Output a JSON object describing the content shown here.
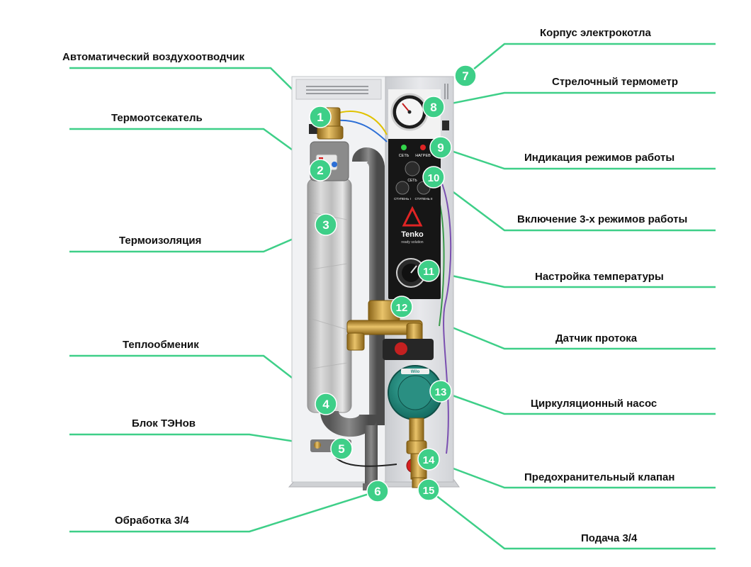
{
  "diagram": {
    "colors": {
      "accent": "#3ecf88",
      "leader": "#3ecf88",
      "text": "#111111"
    },
    "callouts": [
      {
        "number": "1",
        "label": "Автоматический воздухоотводчик"
      },
      {
        "number": "2",
        "label": "Термоотсекатель"
      },
      {
        "number": "3",
        "label": "Термоизоляция"
      },
      {
        "number": "4",
        "label": "Теплообменик"
      },
      {
        "number": "5",
        "label": "Блок ТЭНов"
      },
      {
        "number": "6",
        "label": "Обработка 3/4"
      },
      {
        "number": "7",
        "label": "Корпус электрокотла"
      },
      {
        "number": "8",
        "label": "Стрелочный термометр"
      },
      {
        "number": "9",
        "label": "Индикация режимов работы"
      },
      {
        "number": "10",
        "label": "Включение 3-х режимов работы"
      },
      {
        "number": "11",
        "label": "Настройка температуры"
      },
      {
        "number": "12",
        "label": "Датчик протока"
      },
      {
        "number": "13",
        "label": "Циркуляционный насос"
      },
      {
        "number": "14",
        "label": "Предохранительный клапан"
      },
      {
        "number": "15",
        "label": "Подача 3/4"
      }
    ],
    "panel": {
      "led_network": "СЕТЬ",
      "led_heating": "НАГРЕВ",
      "switch_network": "СЕТЬ",
      "switch_stage1": "СТУПЕНЬ I",
      "switch_stage2": "СТУПЕНЬ II",
      "brand": "Tenko",
      "slogan": "ready solution"
    },
    "pump_brand": "Wilo"
  }
}
